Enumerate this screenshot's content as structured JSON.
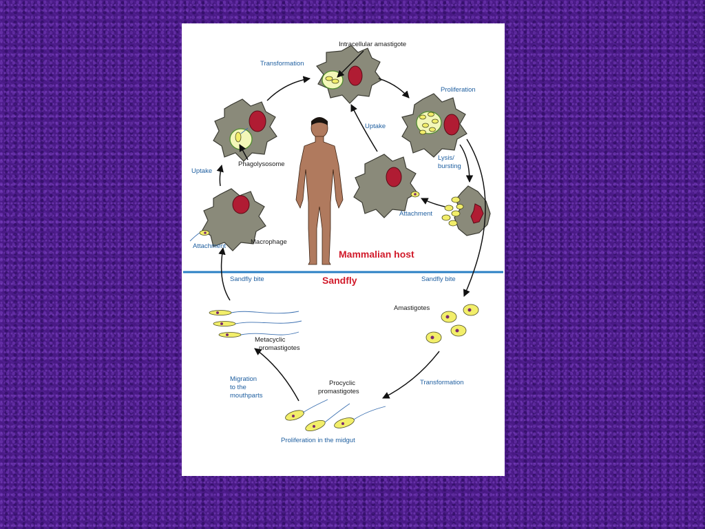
{
  "labels": {
    "intracellular_amastigote": "Intracellular amastigote",
    "transformation_top": "Transformation",
    "proliferation": "Proliferation",
    "uptake_left": "Uptake",
    "phagolysosome": "Phagolysosome",
    "uptake_center": "Uptake",
    "lysis_line1": "Lysis/",
    "lysis_line2": "bursting",
    "attachment_right": "Attachment",
    "attachment_left": "Attachment",
    "macrophage": "Macrophage",
    "mammalian_host": "Mammalian host",
    "sandfly": "Sandfly",
    "sandfly_bite_left": "Sandfly bite",
    "sandfly_bite_right": "Sandfly bite",
    "amastigotes": "Amastigotes",
    "metacyclic_line1": "Metacyclic",
    "metacyclic_line2": "promastigotes",
    "migration_line1": "Migration",
    "migration_line2": "to the",
    "migration_line3": "mouthparts",
    "procyclic_line1": "Procyclic",
    "procyclic_line2": "promastigotes",
    "transformation_bottom": "Transformation",
    "proliferation_midgut": "Proliferation in the midgut"
  },
  "colors": {
    "background": "#4a1a86",
    "label_blue": "#1f5fa0",
    "label_red": "#d11a2a",
    "divider": "#2a7fc4",
    "cell": "#8a8a7a",
    "nucleus": "#b01c33",
    "parasite": "#f2ee6a",
    "skin": "#b07a5e"
  },
  "icons": {
    "human": "human-figure-icon",
    "macrophage": "macrophage-cell-icon",
    "parasite": "amastigote-icon",
    "promastigote": "promastigote-icon"
  }
}
